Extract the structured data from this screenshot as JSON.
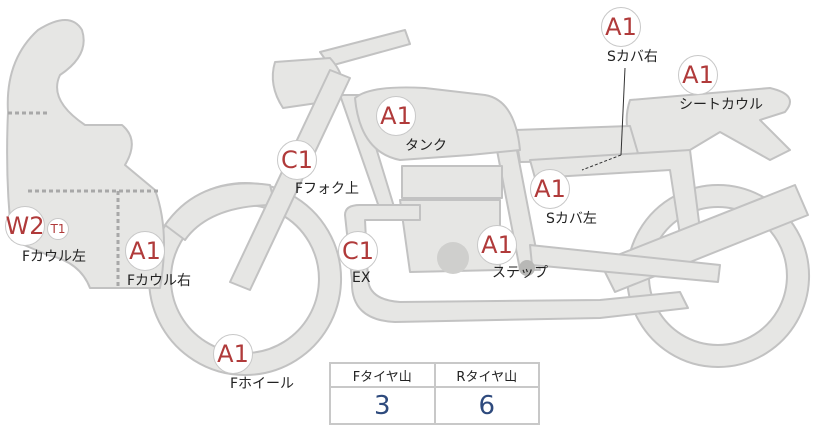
{
  "parts": {
    "s_cover_right": {
      "grade": "A1",
      "label": "Sカバ右"
    },
    "seat_cowl": {
      "grade": "A1",
      "label": "シートカウル"
    },
    "tank": {
      "grade": "A1",
      "label": "タンク"
    },
    "f_fork_upper": {
      "grade": "C1",
      "label": "Fフォク上"
    },
    "s_cover_left": {
      "grade": "A1",
      "label": "Sカバ左"
    },
    "f_cowl_left": {
      "grade": "W2",
      "extra_grade": "T1",
      "label": "Fカウル左"
    },
    "f_cowl_right": {
      "grade": "A1",
      "label": "Fカウル右"
    },
    "exhaust": {
      "grade": "C1",
      "label": "EX"
    },
    "step": {
      "grade": "A1",
      "label": "ステップ"
    },
    "f_wheel": {
      "grade": "A1",
      "label": "Fホイール"
    }
  },
  "tire_table": {
    "front_header": "Fタイヤ山",
    "rear_header": "Rタイヤ山",
    "front_value": "3",
    "rear_value": "6"
  },
  "colors": {
    "bike_fill": "#e6e6e4",
    "bike_stroke": "#c2c2c2",
    "grade_text": "#b03a3a",
    "value_text": "#2e4a7d"
  }
}
